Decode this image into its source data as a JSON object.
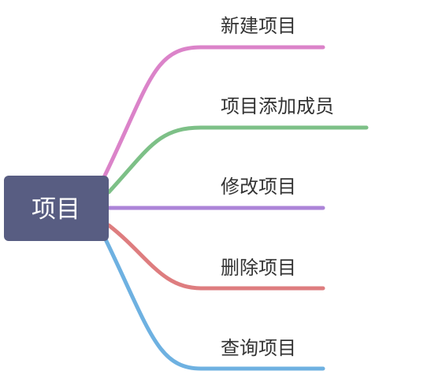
{
  "root": {
    "label": "项目",
    "fill_color": "#585d82"
  },
  "branches": [
    {
      "label": "新建项目",
      "color": "#db83c9"
    },
    {
      "label": "项目添加成员",
      "color": "#7dc087"
    },
    {
      "label": "修改项目",
      "color": "#ac84d8"
    },
    {
      "label": "删除项目",
      "color": "#de7d7f"
    },
    {
      "label": "查询项目",
      "color": "#6eb1e1"
    }
  ]
}
